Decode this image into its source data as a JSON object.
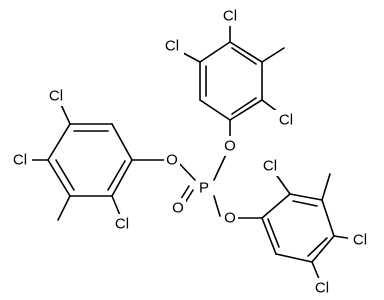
{
  "molecule": {
    "atoms": [
      {
        "id": "Cl_a1",
        "label": "Cl"
      },
      {
        "id": "Cl_a2",
        "label": "Cl"
      },
      {
        "id": "Cl_b1",
        "label": "Cl"
      },
      {
        "id": "Cl_b2",
        "label": "Cl"
      },
      {
        "id": "Cl_b3",
        "label": "Cl"
      },
      {
        "id": "Cl_c1",
        "label": "Cl"
      },
      {
        "id": "Cl_c2",
        "label": "Cl"
      },
      {
        "id": "Cl_c3",
        "label": "Cl"
      },
      {
        "id": "Cl_d1",
        "label": "Cl"
      },
      {
        "id": "O1",
        "label": "O"
      },
      {
        "id": "O2",
        "label": "O"
      },
      {
        "id": "O3",
        "label": "O"
      },
      {
        "id": "O4",
        "label": "O"
      },
      {
        "id": "P",
        "label": "P"
      }
    ]
  }
}
